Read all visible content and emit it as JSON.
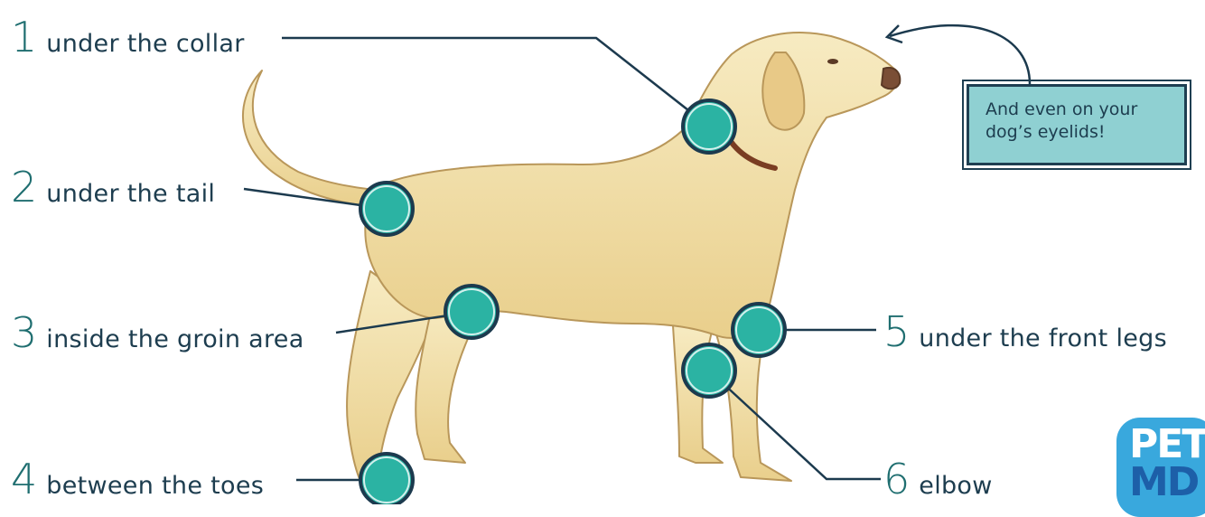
{
  "points": [
    {
      "number": "1",
      "text": "under the collar"
    },
    {
      "number": "2",
      "text": "under the tail"
    },
    {
      "number": "3",
      "text": "inside the groin area"
    },
    {
      "number": "4",
      "text": "between the toes"
    },
    {
      "number": "5",
      "text": "under the front legs"
    },
    {
      "number": "6",
      "text": "elbow"
    }
  ],
  "callout": {
    "text": "And even on your dog’s eyelids!"
  },
  "logo": {
    "line1": "PET",
    "line2": "MD"
  },
  "colors": {
    "marker_fill": "#2bb3a3",
    "marker_ring": "#1c3a4e",
    "leader_line": "#1c3a4e",
    "number": "#1f6e70",
    "callout_bg": "#8fd0d2",
    "dog_coat": "#f2dfa6",
    "logo_bg": "#39a8dd"
  }
}
